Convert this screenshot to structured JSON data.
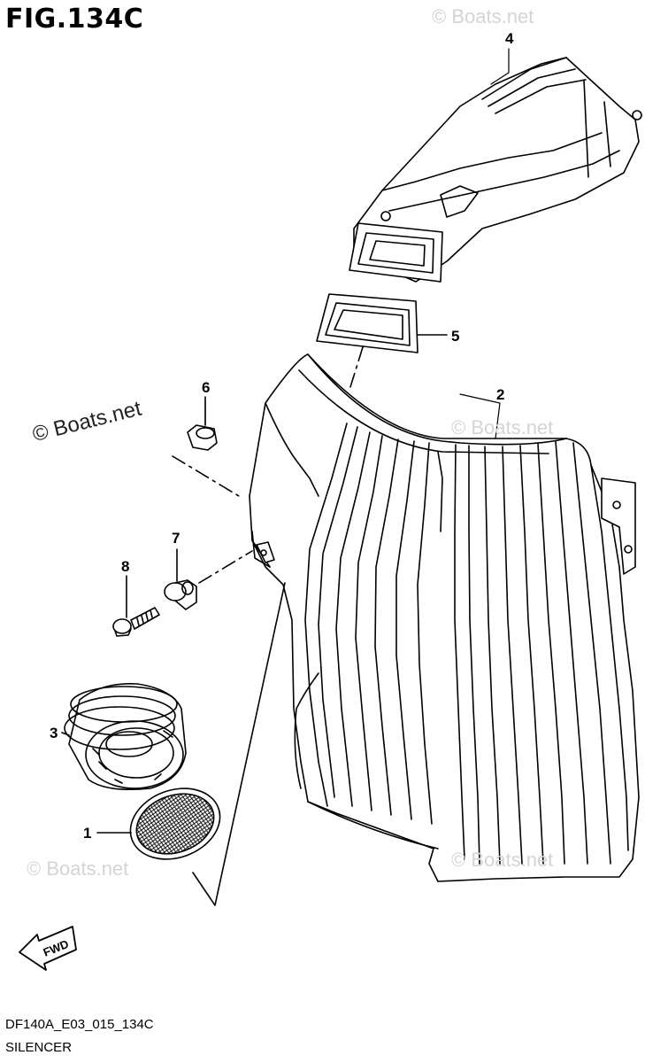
{
  "figure": {
    "title": "FIG.134C",
    "code": "DF140A_E03_015_134C",
    "name": "SILENCER"
  },
  "callouts": [
    {
      "id": "c1",
      "label": "1"
    },
    {
      "id": "c2",
      "label": "2"
    },
    {
      "id": "c3",
      "label": "3"
    },
    {
      "id": "c4",
      "label": "4"
    },
    {
      "id": "c5",
      "label": "5"
    },
    {
      "id": "c6",
      "label": "6"
    },
    {
      "id": "c7",
      "label": "7"
    },
    {
      "id": "c8",
      "label": "8"
    }
  ],
  "direction_badge": "FWD",
  "watermarks": {
    "dark": "© Boats.net",
    "faint": "© Boats.net"
  },
  "colors": {
    "ink": "#000000",
    "watermark": "#d4d4d4"
  }
}
